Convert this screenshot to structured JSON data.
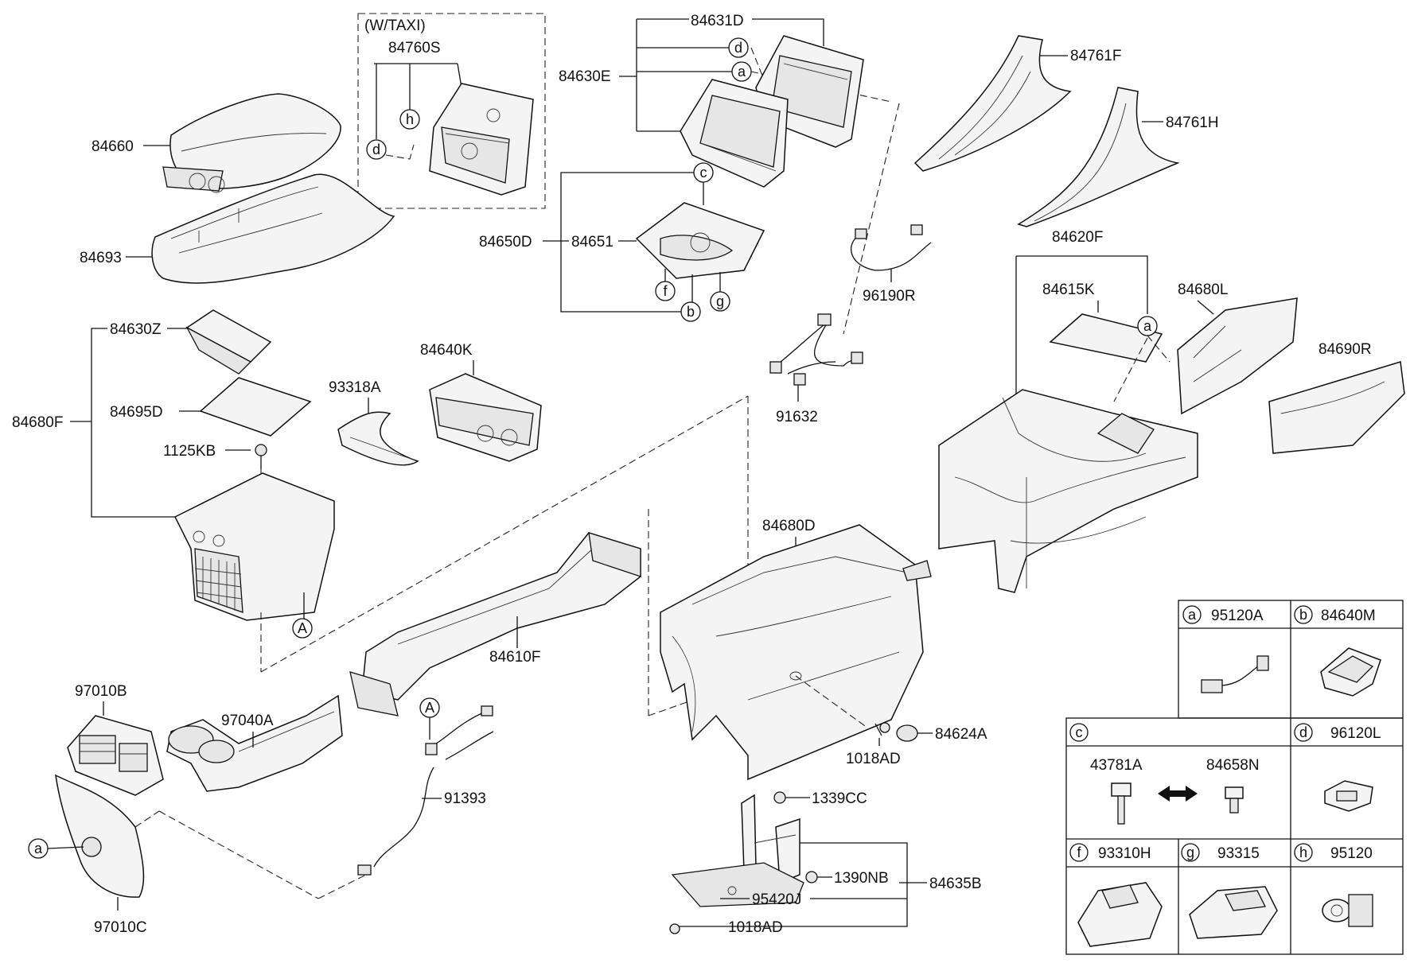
{
  "diagram": {
    "group_label": "(W/TAXI)",
    "callouts": [
      {
        "id": "84631D",
        "text": "84631D"
      },
      {
        "id": "84630E",
        "text": "84630E"
      },
      {
        "id": "84760S",
        "text": "84760S"
      },
      {
        "id": "84660",
        "text": "84660"
      },
      {
        "id": "84693",
        "text": "84693"
      },
      {
        "id": "84761F",
        "text": "84761F"
      },
      {
        "id": "84761H",
        "text": "84761H"
      },
      {
        "id": "84650D",
        "text": "84650D"
      },
      {
        "id": "84651",
        "text": "84651"
      },
      {
        "id": "96190R",
        "text": "96190R"
      },
      {
        "id": "84620F",
        "text": "84620F"
      },
      {
        "id": "84615K",
        "text": "84615K"
      },
      {
        "id": "84680L",
        "text": "84680L"
      },
      {
        "id": "84690R",
        "text": "84690R"
      },
      {
        "id": "84630Z",
        "text": "84630Z"
      },
      {
        "id": "84695D",
        "text": "84695D"
      },
      {
        "id": "84680F",
        "text": "84680F"
      },
      {
        "id": "1125KB",
        "text": "1125KB"
      },
      {
        "id": "93318A",
        "text": "93318A"
      },
      {
        "id": "84640K",
        "text": "84640K"
      },
      {
        "id": "91632",
        "text": "91632"
      },
      {
        "id": "84610F",
        "text": "84610F"
      },
      {
        "id": "97010B",
        "text": "97010B"
      },
      {
        "id": "97040A",
        "text": "97040A"
      },
      {
        "id": "97010C",
        "text": "97010C"
      },
      {
        "id": "91393",
        "text": "91393"
      },
      {
        "id": "84680D",
        "text": "84680D"
      },
      {
        "id": "84624A",
        "text": "84624A"
      },
      {
        "id": "1018AD_a",
        "text": "1018AD"
      },
      {
        "id": "1339CC",
        "text": "1339CC"
      },
      {
        "id": "1390NB",
        "text": "1390NB"
      },
      {
        "id": "84635B",
        "text": "84635B"
      },
      {
        "id": "95420J",
        "text": "95420J"
      },
      {
        "id": "1018AD_b",
        "text": "1018AD"
      }
    ],
    "circle_refs": {
      "d1": "d",
      "h1": "h",
      "d2": "d",
      "a1": "a",
      "c1": "c",
      "f1": "f",
      "b1": "b",
      "g1": "g",
      "a2": "a",
      "A1": "A",
      "A2": "A",
      "a3": "a"
    },
    "legend": {
      "cells": [
        {
          "ref": "a",
          "part": "95120A"
        },
        {
          "ref": "b",
          "part": "84640M"
        },
        {
          "ref": "c",
          "part": "",
          "sub_parts": [
            "43781A",
            "84658N"
          ]
        },
        {
          "ref": "d",
          "part": "96120L"
        },
        {
          "ref": "f",
          "part": "93310H"
        },
        {
          "ref": "g",
          "part": "93315"
        },
        {
          "ref": "h",
          "part": "95120"
        }
      ]
    }
  }
}
